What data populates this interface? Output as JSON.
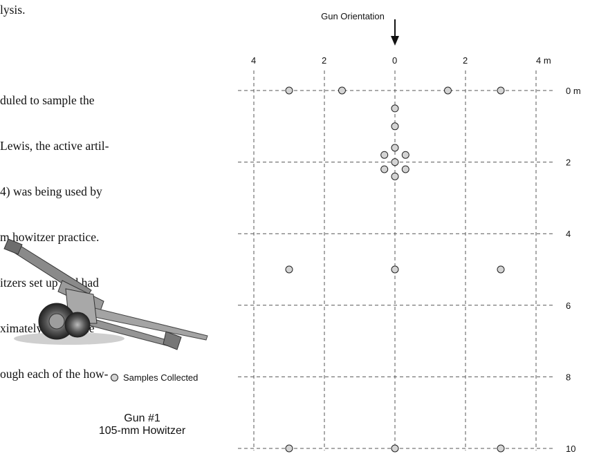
{
  "text": {
    "top_fragment": "lysis.",
    "paragraph_lines": [
      "duled to sample the",
      "Lewis, the active artil-",
      "4) was being used by",
      "m howitzer practice.",
      "itzers set up and had",
      "ximately 600 of the",
      "ough each of the how-"
    ]
  },
  "figure": {
    "gun_orientation_label": "Gun Orientation",
    "top_axis_labels": [
      "4",
      "2",
      "0",
      "2",
      "4 m"
    ],
    "right_axis_labels": [
      "0 m",
      "2",
      "4",
      "6",
      "8",
      "10"
    ],
    "legend_label": "Samples Collected",
    "gun_title": "Gun #1",
    "gun_subtitle": "105-mm Howitzer",
    "sample_color": "#d4d4d4",
    "samples": [
      {
        "x": -3,
        "y": 0
      },
      {
        "x": -1.5,
        "y": 0
      },
      {
        "x": 1.5,
        "y": 0
      },
      {
        "x": 3,
        "y": 0
      },
      {
        "x": 0,
        "y": 0.5
      },
      {
        "x": 0,
        "y": 1.0
      },
      {
        "x": 0,
        "y": 1.6
      },
      {
        "x": 0.3,
        "y": 1.8
      },
      {
        "x": 0.3,
        "y": 2.2
      },
      {
        "x": 0,
        "y": 2.4
      },
      {
        "x": -0.3,
        "y": 2.2
      },
      {
        "x": -0.3,
        "y": 1.8
      },
      {
        "x": 0,
        "y": 2.0
      },
      {
        "x": -3,
        "y": 5
      },
      {
        "x": 0,
        "y": 5
      },
      {
        "x": 3,
        "y": 5
      },
      {
        "x": -3,
        "y": 10
      },
      {
        "x": 0,
        "y": 10
      },
      {
        "x": 3,
        "y": 10
      }
    ]
  }
}
